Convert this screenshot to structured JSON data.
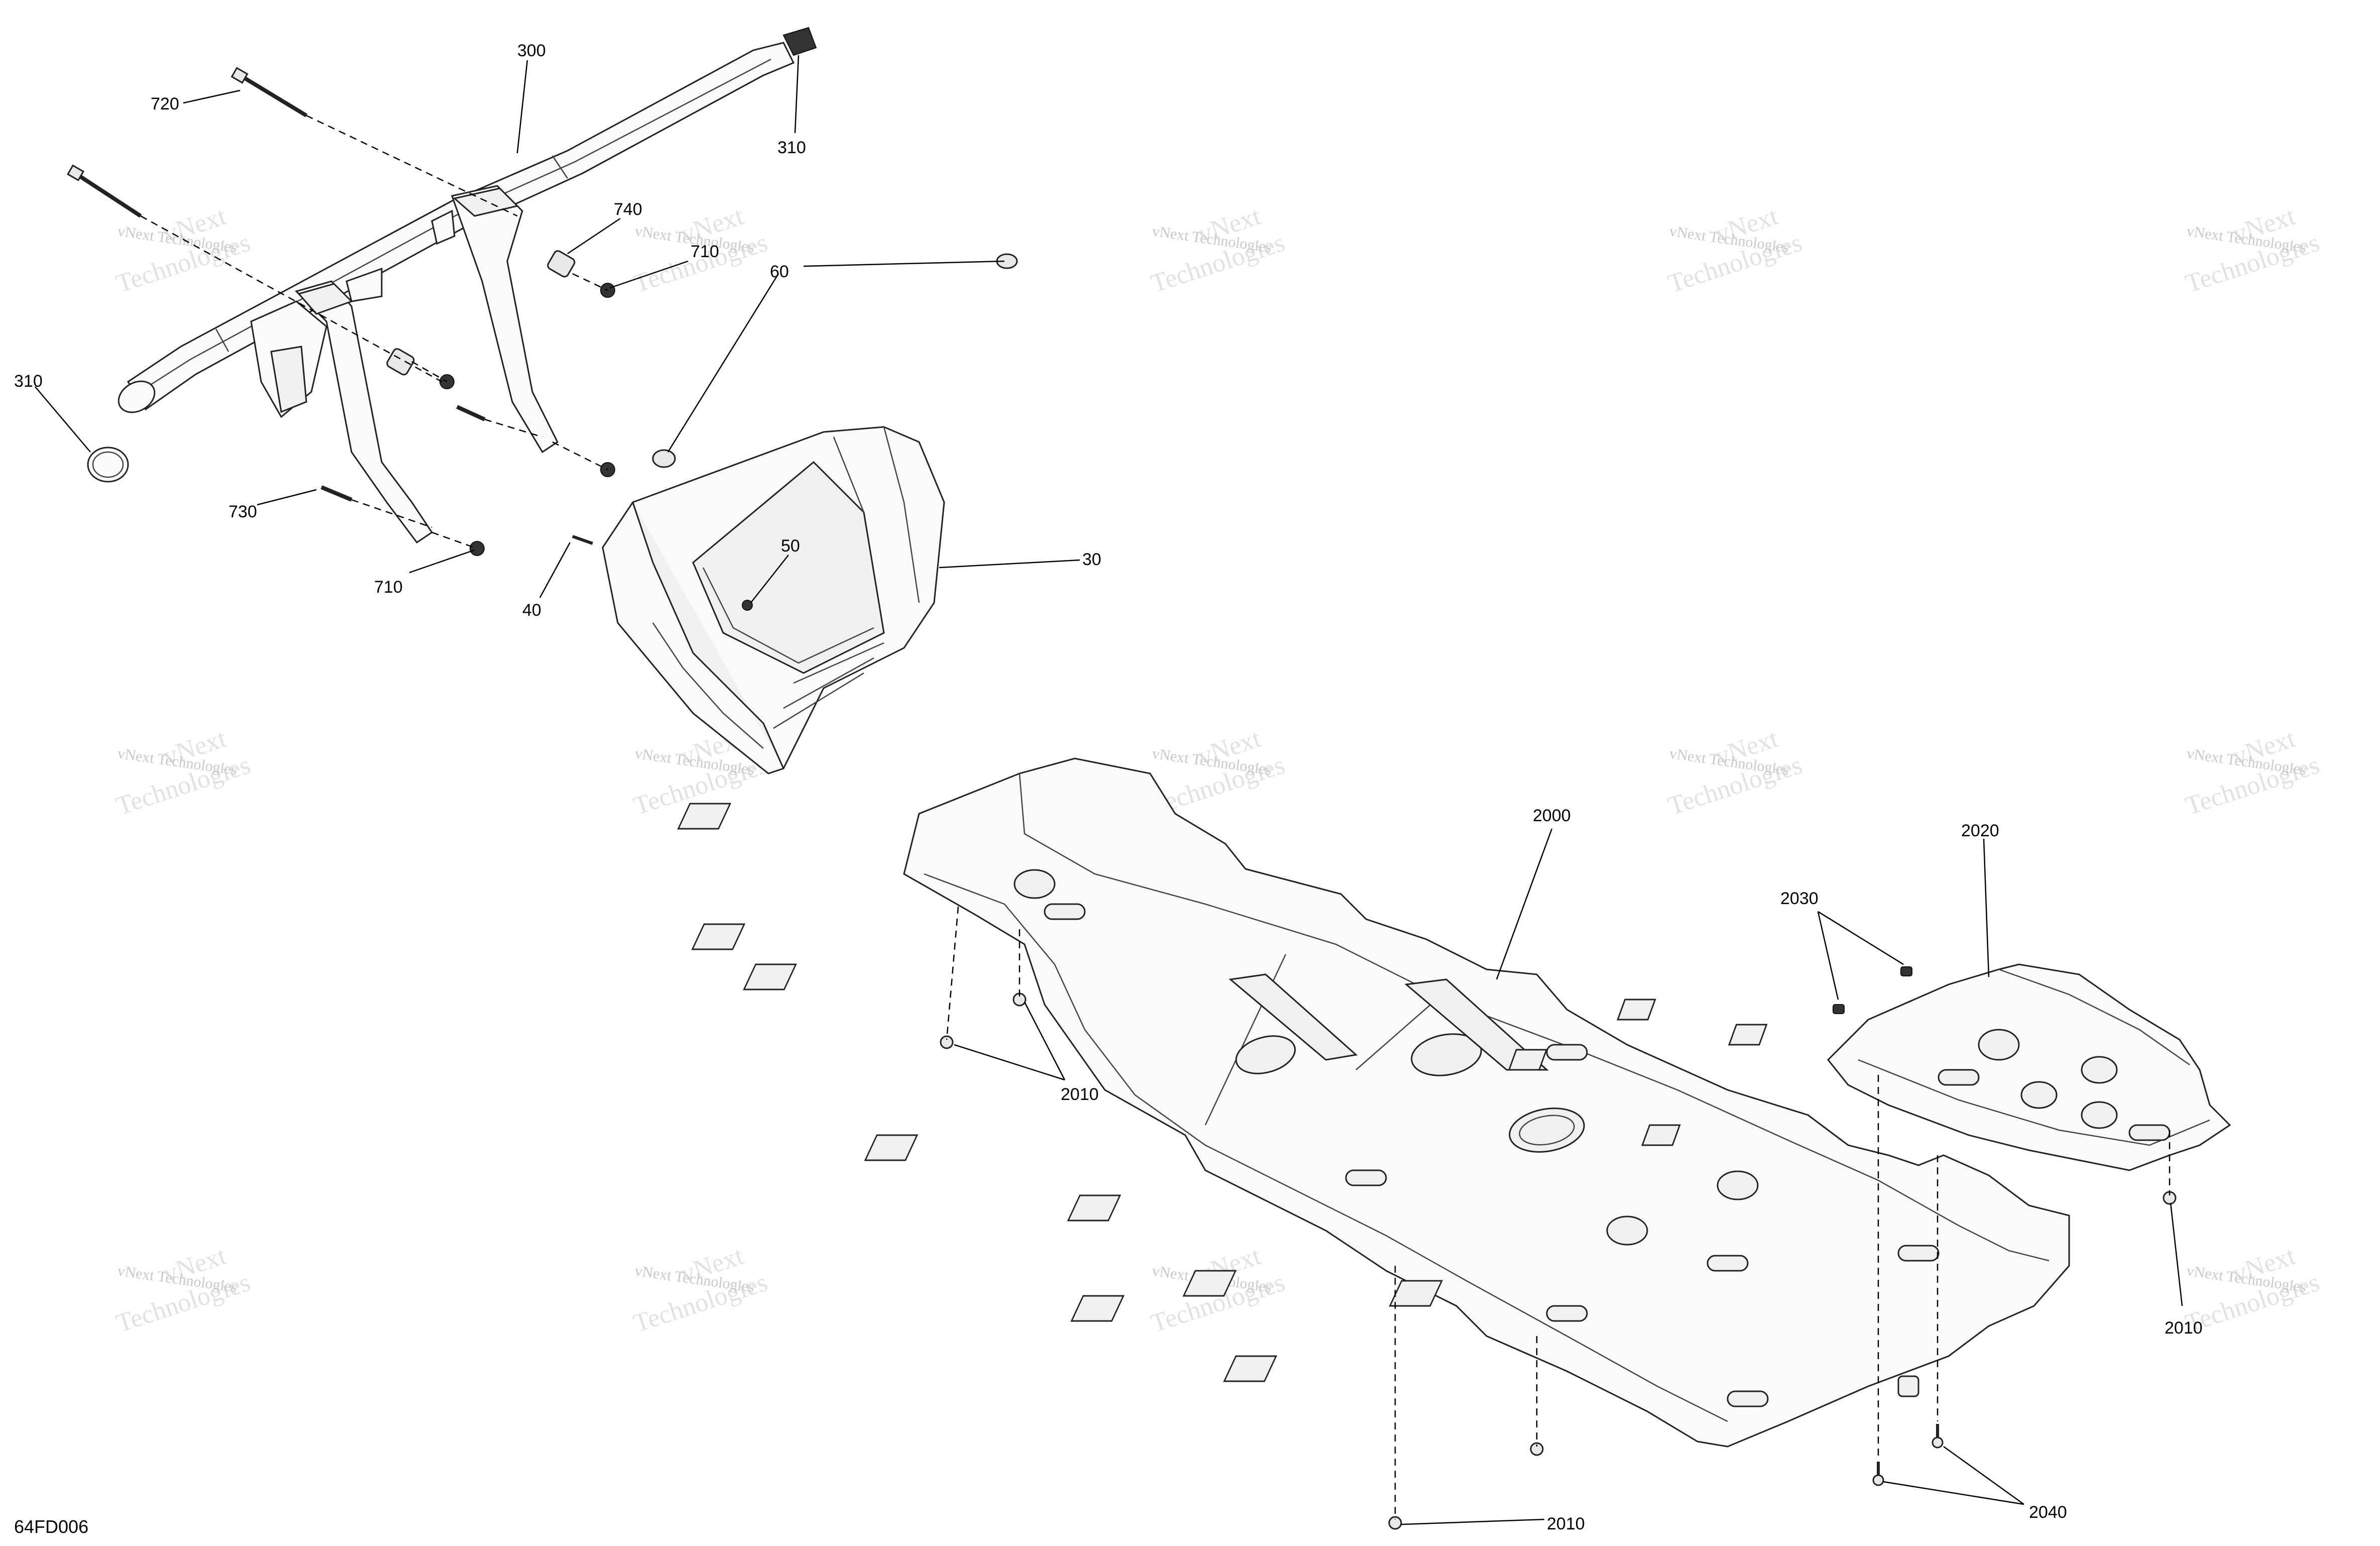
{
  "diagram": {
    "code": "64FD006",
    "watermark": {
      "line1": "vNext Technologies",
      "line2": "vNext",
      "line3": "Technologies"
    },
    "callouts": {
      "c300": "300",
      "c720": "720",
      "c310_top": "310",
      "c310_left": "310",
      "c740": "740",
      "c710_a": "710",
      "c710_b": "710",
      "c60": "60",
      "c730": "730",
      "c50": "50",
      "c30": "30",
      "c40": "40",
      "c2000": "2000",
      "c2020": "2020",
      "c2030": "2030",
      "c2010_a": "2010",
      "c2010_b": "2010",
      "c2010_c": "2010",
      "c2040": "2040"
    }
  }
}
